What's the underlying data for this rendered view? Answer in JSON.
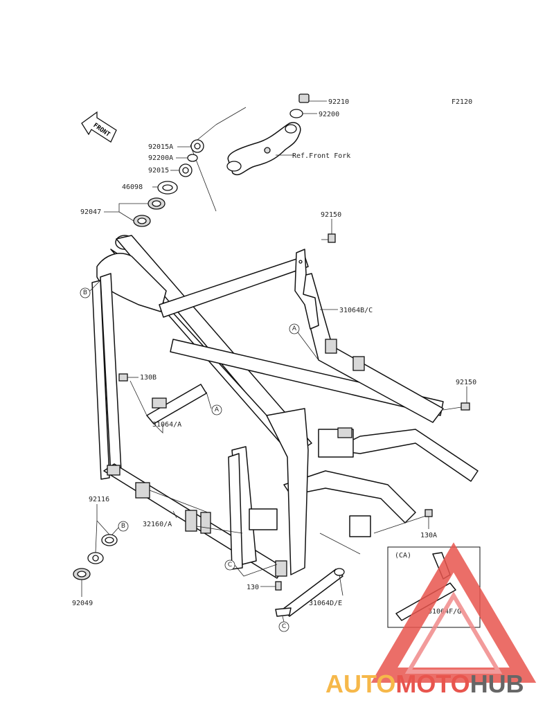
{
  "figure_code": "F2120",
  "front_label": "FRONT",
  "ref_text": "Ref.Front Fork",
  "ca_label": "(CA)",
  "labels": {
    "p92210": "92210",
    "p92200": "92200",
    "p92015A": "92015A",
    "p92200A": "92200A",
    "p92015": "92015",
    "p46098": "46098",
    "p92047": "92047",
    "p92150a": "92150",
    "p92150b": "92150",
    "p31064BC": "31064B/C",
    "p130B": "130B",
    "p31064A": "31064/A",
    "p92116": "92116",
    "p32160A": "32160/A",
    "p92049": "92049",
    "p130A": "130A",
    "p130": "130",
    "p31064DE": "31064D/E",
    "p31064FG": "31064F/G"
  },
  "callouts": {
    "A": "A",
    "B": "B",
    "C": "C"
  },
  "watermark": {
    "part1": "AUTO",
    "part2": "MOTO",
    "part3": "HUB",
    "color1": "#f6b84a",
    "color2": "#e8554e",
    "color3": "#666666"
  }
}
